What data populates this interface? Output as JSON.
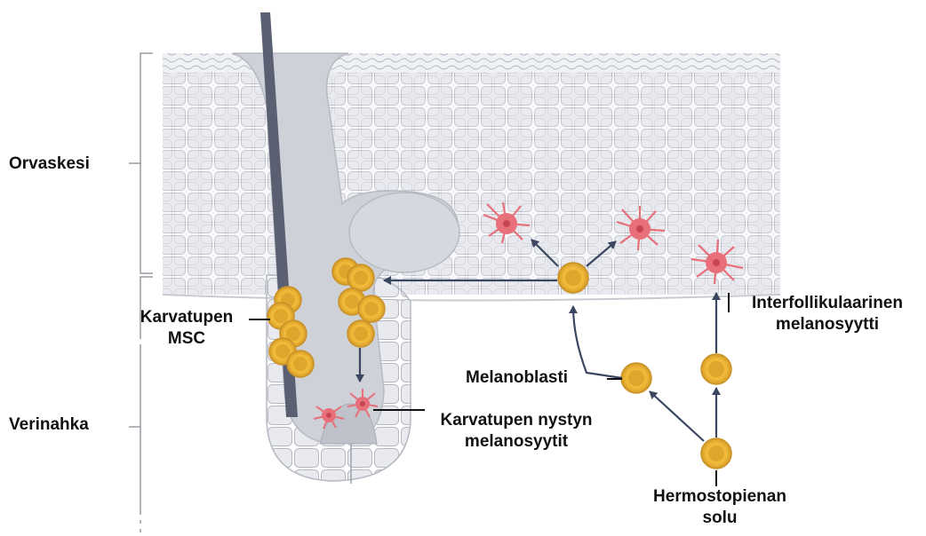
{
  "labels": {
    "epidermis": "Orvaskesi",
    "dermis": "Verinahka",
    "hair_follicle_msc": [
      "Karvatupen",
      "MSC"
    ],
    "melanoblast": "Melanoblasti",
    "interfollicular_melanocyte": [
      "Interfollikulaarinen",
      "melanosyytti"
    ],
    "dermal_papilla_melanocytes": [
      "Karvatupen nystyn",
      "melanosyytit"
    ],
    "neural_crest_cell": [
      "Hermostopienan",
      "solu"
    ]
  },
  "colors": {
    "cell_fill": "#e9eaef",
    "cell_stroke": "#b7b9c2",
    "follicle_fill": "#cfd1d8",
    "hair_shaft": "#5a6072",
    "stem_cell_outer": "#f2c744",
    "stem_cell_inner": "#e3a72f",
    "melanocyte": "#e8707a",
    "arrow": "#3b4760",
    "bracket": "#9a9ca3"
  }
}
